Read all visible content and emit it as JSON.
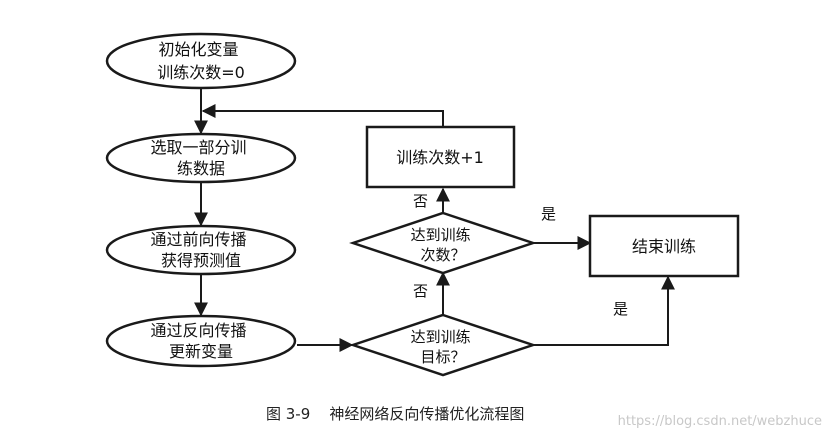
{
  "nodes": {
    "start": {
      "lines": [
        "初始化变量",
        "训练次数=0"
      ]
    },
    "select_data": {
      "lines": [
        "选取一部分训",
        "练数据"
      ]
    },
    "forward": {
      "lines": [
        "通过前向传播",
        "获得预测值"
      ]
    },
    "backward": {
      "lines": [
        "通过反向传播",
        "更新变量"
      ]
    },
    "increment": {
      "lines": [
        "训练次数+1"
      ]
    },
    "check_count": {
      "lines": [
        "达到训练",
        "次数？"
      ]
    },
    "check_target": {
      "lines": [
        "达到训练",
        "目标？"
      ]
    },
    "end": {
      "lines": [
        "结束训练"
      ]
    }
  },
  "edge_labels": {
    "count_no": "否",
    "count_yes": "是",
    "target_no": "否",
    "target_yes": "是"
  },
  "caption": "图 3-9    神经网络反向传播优化流程图",
  "watermark": "https://blog.csdn.net/webzhuce",
  "colors": {
    "stroke": "#1a1a1a",
    "text": "#111111",
    "watermark": "#c8c8c8"
  }
}
